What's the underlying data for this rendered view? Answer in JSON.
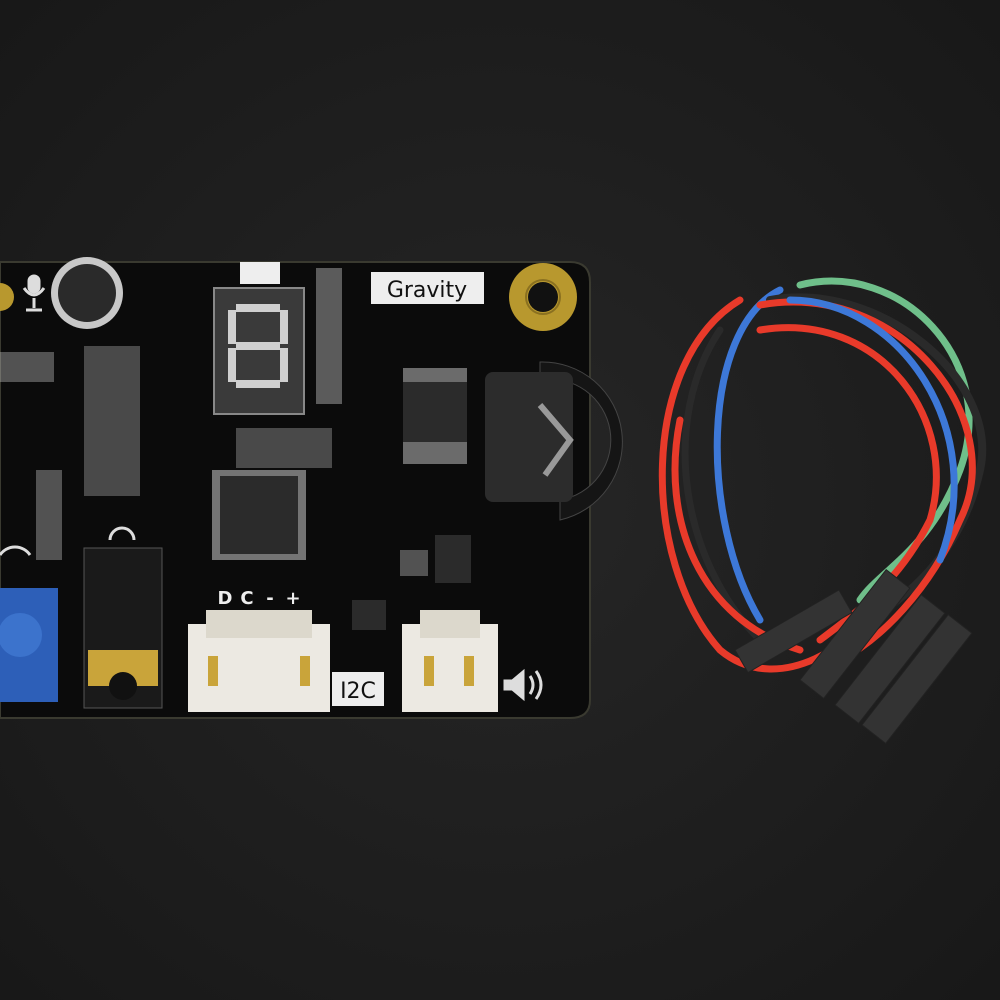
{
  "board": {
    "brand_label": "Gravity",
    "pin_labels": [
      "D",
      "C",
      "-",
      "+"
    ],
    "interface_label": "I2C",
    "display_digit": "8"
  },
  "colors": {
    "background": "#1f1f1f",
    "pcb": "#0b0b0b",
    "silkscreen": "#e8e8e8",
    "potentiometer": "#2d5fb8",
    "gold": "#b8982e",
    "connector": "#ece9e2",
    "wire_red": "#e83a2a",
    "wire_blue": "#3d78d8",
    "wire_green": "#6fbf8a",
    "wire_black": "#2a2a2a"
  }
}
